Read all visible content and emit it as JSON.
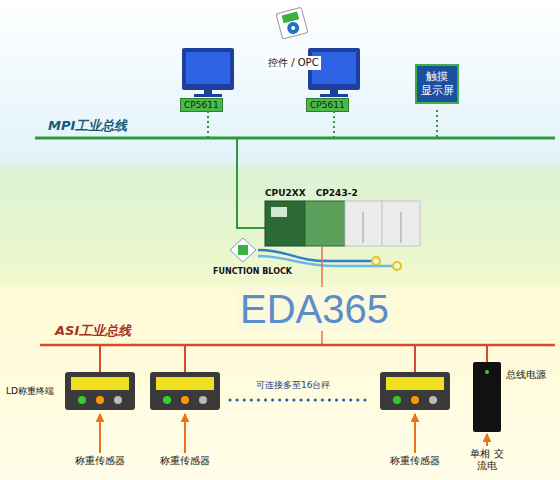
{
  "diagram": {
    "nodes": [
      {
        "text": [
          "CP5611"
        ]
      },
      {
        "text": [
          "CP5611"
        ]
      },
      {
        "text": [
          "触摸 显示屏"
        ]
      },
      {
        "text": [
          "CPU2XX",
          "CP243-2"
        ]
      },
      {
        "text": [
          "LD称重终端"
        ]
      },
      {
        "text": [
          "称重传感器"
        ]
      },
      {
        "text": [
          "称重传感器"
        ]
      },
      {
        "text": [
          "称重传感器"
        ]
      },
      {
        "text": [
          "总线电源"
        ]
      },
      {
        "text": [
          "单相 交流电"
        ]
      }
    ],
    "edges": [
      {
        "from": 5,
        "to": 4,
        "arrow": "to"
      },
      {
        "from": 9,
        "to": 8,
        "arrow": "to"
      }
    ],
    "labels": [
      "MPI工业总线",
      "控件 / OPC",
      "FUNCTION BLOCK",
      "EDA365",
      "ASI工业总线",
      "可连接多至16台秤"
    ]
  }
}
